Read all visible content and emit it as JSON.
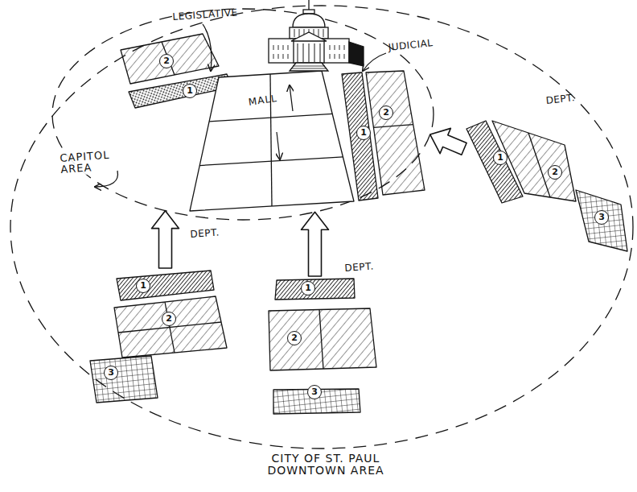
{
  "diagram": {
    "nodes": [
      {
        "text": [
          "CITY OF ST. PAUL DOWNTOWN AREA"
        ]
      },
      {
        "text": [
          "CAPITOL AREA"
        ],
        "in": 0
      },
      {
        "text": [
          "2"
        ],
        "in": 1
      },
      {
        "text": [
          "1"
        ],
        "in": 1
      },
      {
        "text": [
          "MALL"
        ],
        "in": 1
      },
      {
        "text": [
          "1"
        ],
        "in": 1
      },
      {
        "text": [
          "2"
        ],
        "in": 1
      },
      {
        "text": [
          "1"
        ],
        "in": 0
      },
      {
        "text": [
          "2"
        ],
        "in": 0
      },
      {
        "text": [
          "3"
        ],
        "in": 0
      },
      {
        "text": [
          "1"
        ],
        "in": 0
      },
      {
        "text": [
          "2"
        ],
        "in": 0
      },
      {
        "text": [
          "3"
        ],
        "in": 0
      },
      {
        "text": [
          "1"
        ],
        "in": 0
      },
      {
        "text": [
          "2"
        ],
        "in": 0
      },
      {
        "text": [
          "3"
        ],
        "in": 0
      }
    ],
    "edges": [
      {
        "from": 7,
        "to": 1,
        "arrow": "to"
      },
      {
        "from": 10,
        "to": 1,
        "arrow": "to"
      },
      {
        "from": 13,
        "to": 1,
        "arrow": "to"
      }
    ],
    "labels": [
      "LEGISLATIVE",
      "JUDICIAL",
      "DEPT.",
      "DEPT.",
      "DEPT."
    ]
  }
}
